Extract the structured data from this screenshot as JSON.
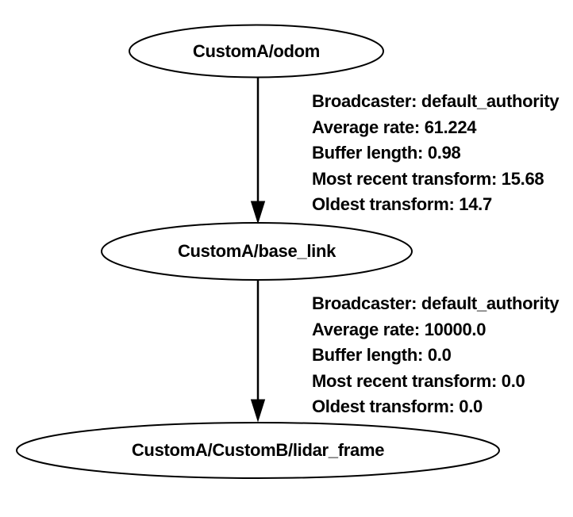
{
  "page": {
    "background": "#ffffff"
  },
  "diagram": {
    "type": "tf2-frame-tree",
    "stroke_color": "#000000",
    "text_color": "#000000",
    "nodes": [
      {
        "label": "CustomA/odom"
      },
      {
        "label": "CustomA/base_link"
      },
      {
        "label": "CustomA/CustomB/lidar_frame"
      }
    ],
    "edges": [
      {
        "from": "CustomA/odom",
        "to": "CustomA/base_link",
        "lines": [
          "Broadcaster: default_authority",
          "Average rate: 61.224",
          "Buffer length: 0.98",
          "Most recent transform: 15.68",
          "Oldest transform: 14.7"
        ]
      },
      {
        "from": "CustomA/base_link",
        "to": "CustomA/CustomB/lidar_frame",
        "lines": [
          "Broadcaster: default_authority",
          "Average rate: 10000.0",
          "Buffer length: 0.0",
          "Most recent transform: 0.0",
          "Oldest transform: 0.0"
        ]
      }
    ]
  }
}
